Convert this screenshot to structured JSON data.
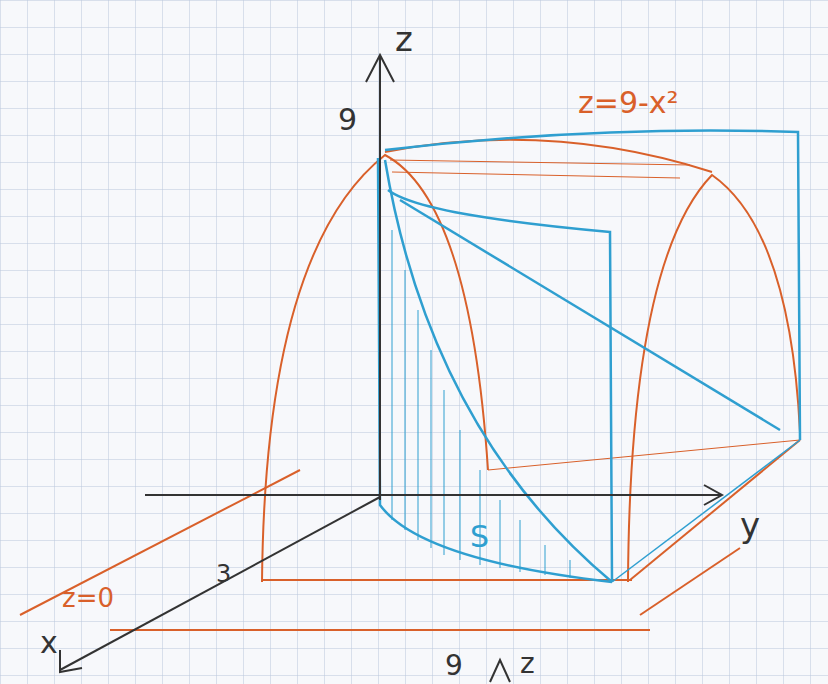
{
  "diagram": {
    "labels": [
      "z",
      "9",
      "z=9-x²",
      "y",
      "x",
      "3",
      "z=0",
      "S",
      "9",
      "z"
    ]
  }
}
